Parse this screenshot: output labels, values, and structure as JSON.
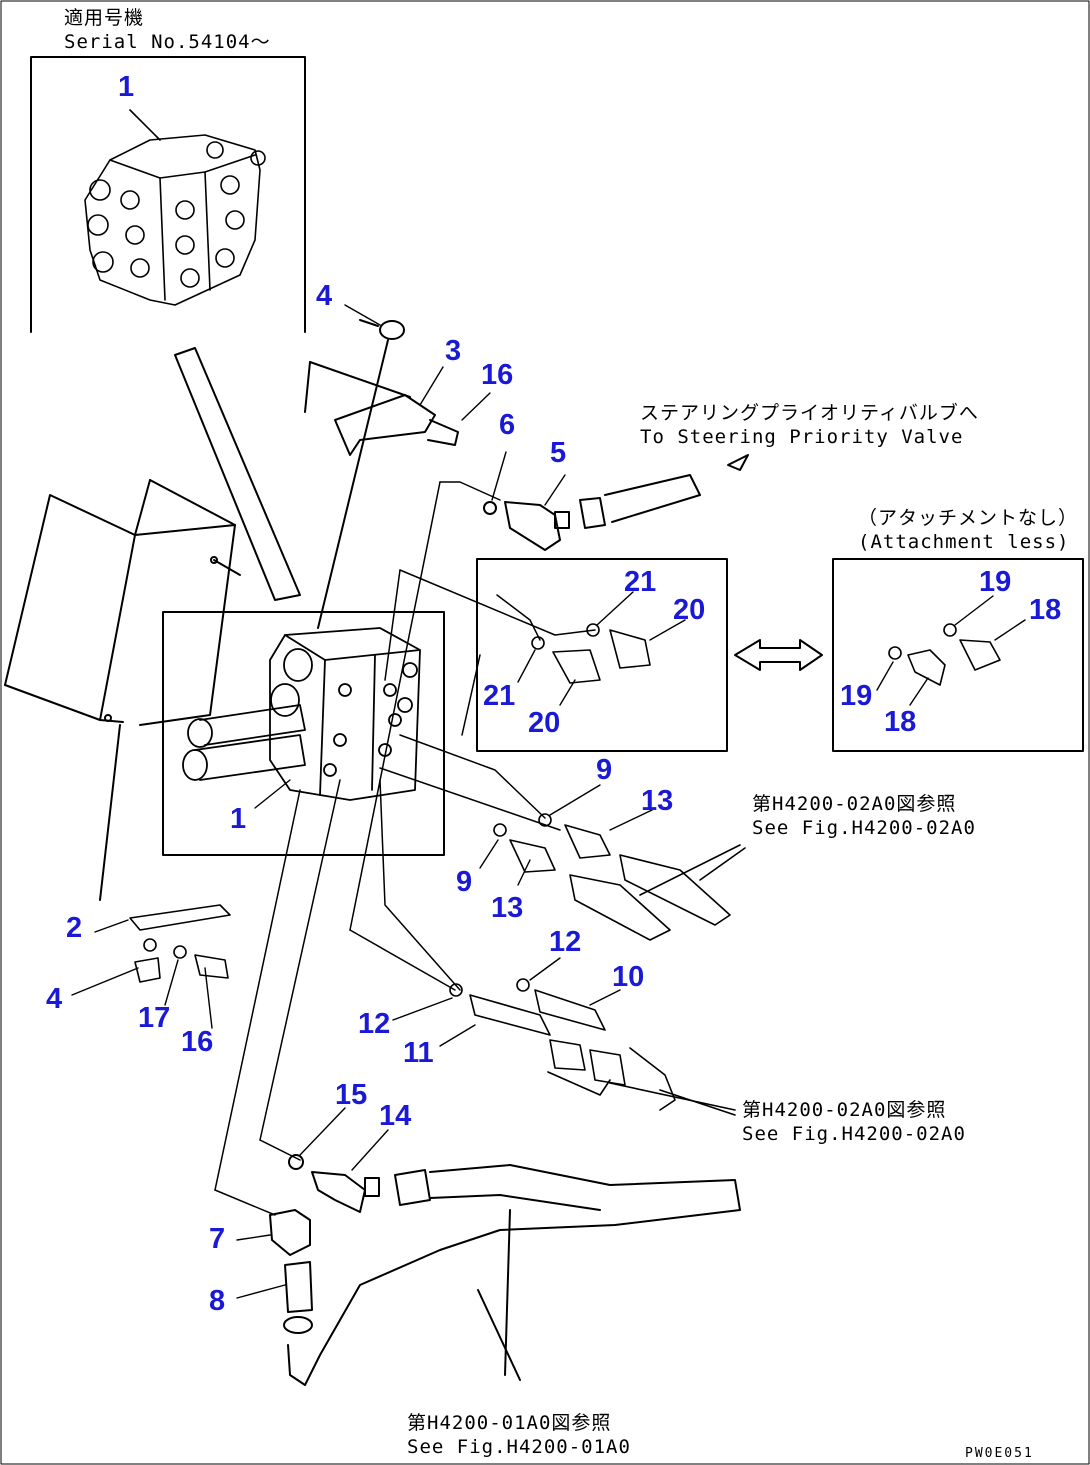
{
  "header": {
    "jp": "適用号機",
    "serial": "Serial No.54104～"
  },
  "notes": {
    "steering_jp": "ステアリングプライオリティバルブへ",
    "steering_en": "To Steering Priority Valve",
    "attachment_jp": "（アタッチメントなし）",
    "attachment_en": "(Attachment less)",
    "ref_a_jp": "第H4200-02A0図参照",
    "ref_a_en": "See Fig.H4200-02A0",
    "ref_b_jp": "第H4200-02A0図参照",
    "ref_b_en": "See Fig.H4200-02A0",
    "ref_c_jp": "第H4200-01A0図参照",
    "ref_c_en": "See Fig.H4200-01A0"
  },
  "parts": [
    "1",
    "1",
    "2",
    "3",
    "4",
    "4",
    "5",
    "6",
    "7",
    "8",
    "9",
    "9",
    "10",
    "11",
    "12",
    "12",
    "13",
    "13",
    "14",
    "15",
    "16",
    "16",
    "17",
    "18",
    "18",
    "19",
    "19",
    "20",
    "20",
    "21",
    "21"
  ],
  "drawing_code": "PW0E051",
  "colors": {
    "callout": "#1a1ad6",
    "line": "#000000"
  }
}
